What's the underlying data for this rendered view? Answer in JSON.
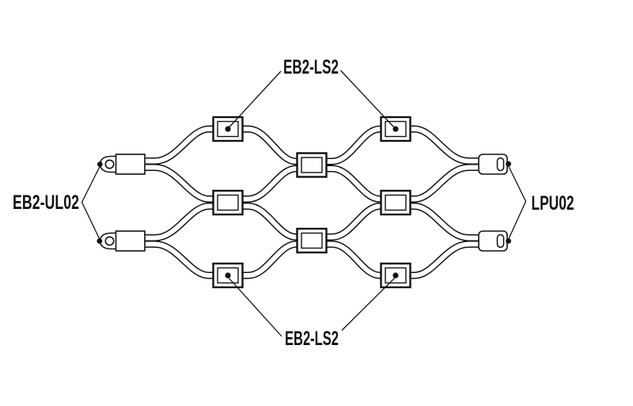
{
  "colors": {
    "background": "#ffffff",
    "ink": "#111111"
  },
  "labels": {
    "top_ferrule": "EB2-LS2",
    "bottom_ferrule": "EB2-LS2",
    "left_terminal": "EB2-UL02",
    "right_terminal": "LPU02"
  }
}
